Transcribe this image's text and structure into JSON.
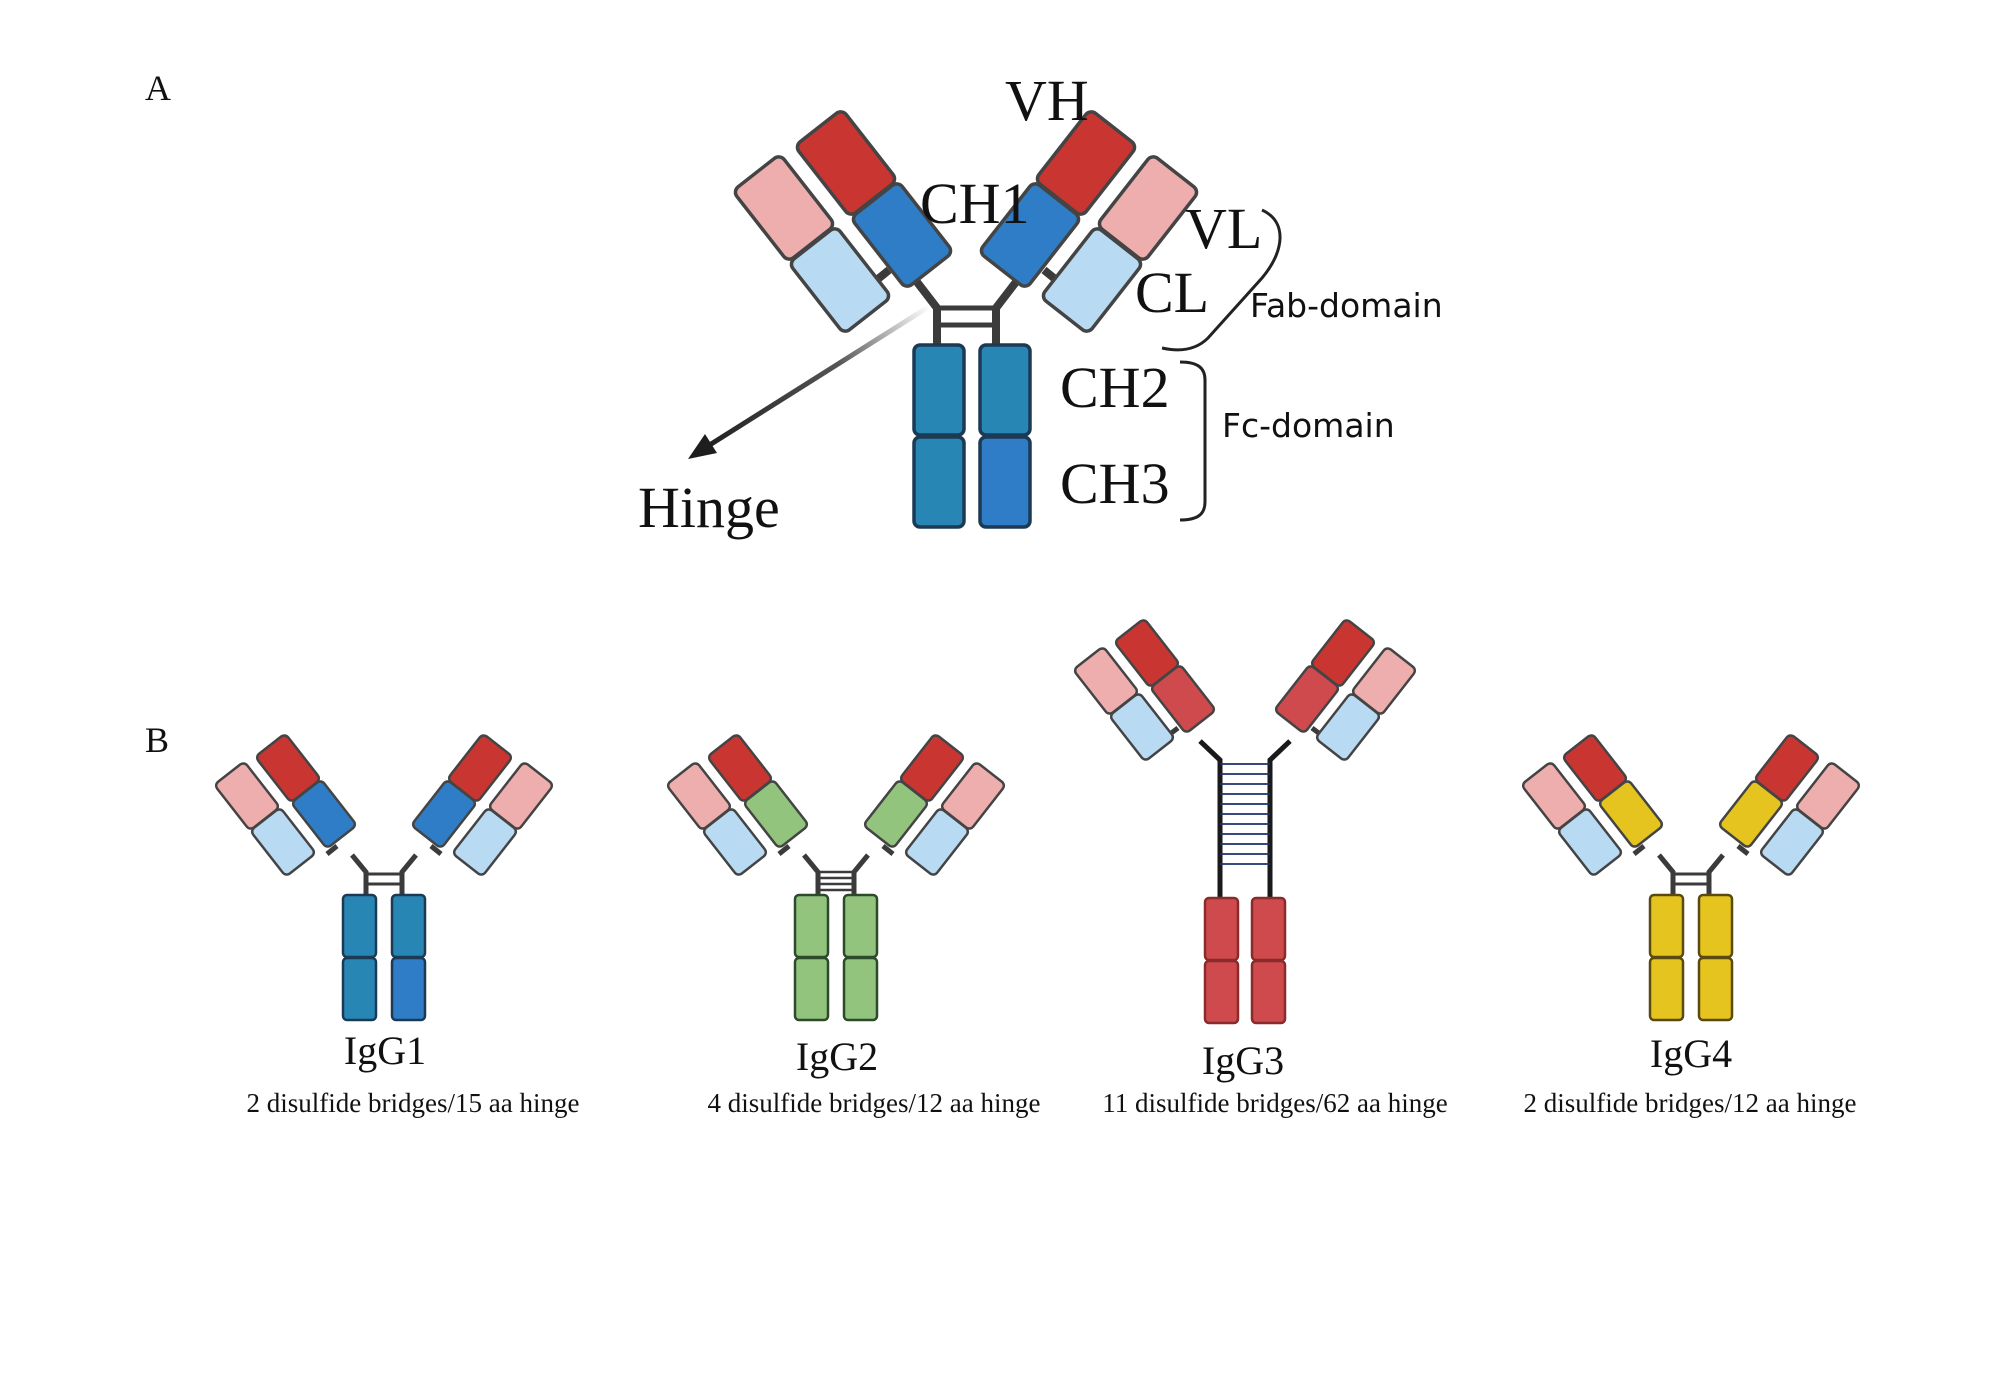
{
  "panels": {
    "a": {
      "letter": "A"
    },
    "b": {
      "letter": "B"
    }
  },
  "anatomy": {
    "vh": "VH",
    "ch1": "CH1",
    "vl": "VL",
    "cl": "CL",
    "ch2": "CH2",
    "ch3": "CH3",
    "hinge": "Hinge",
    "fab_domain": "Fab-domain",
    "fc_domain": "Fc-domain"
  },
  "colors": {
    "vh_red": "#c93631",
    "vl_pink": "#eeaeae",
    "cl_lightblue": "#b9daf3",
    "ch1_blue": "#2f7dc6",
    "fc_teal": "#2786b4",
    "igg2_green": "#93c47d",
    "igg3_red": "#cf4a4c",
    "igg4_yellow": "#e5c41f",
    "hinge_dark": "#3b3b3b",
    "igg3_hinge_lines": "#1c2f6e"
  },
  "subclasses": [
    {
      "name": "IgG1",
      "description": "2 disulfide bridges/15 aa hinge"
    },
    {
      "name": "IgG2",
      "description": "4 disulfide bridges/12 aa hinge"
    },
    {
      "name": "IgG3",
      "description": "11 disulfide bridges/62 aa hinge"
    },
    {
      "name": "IgG4",
      "description": "2 disulfide bridges/12 aa hinge"
    }
  ]
}
